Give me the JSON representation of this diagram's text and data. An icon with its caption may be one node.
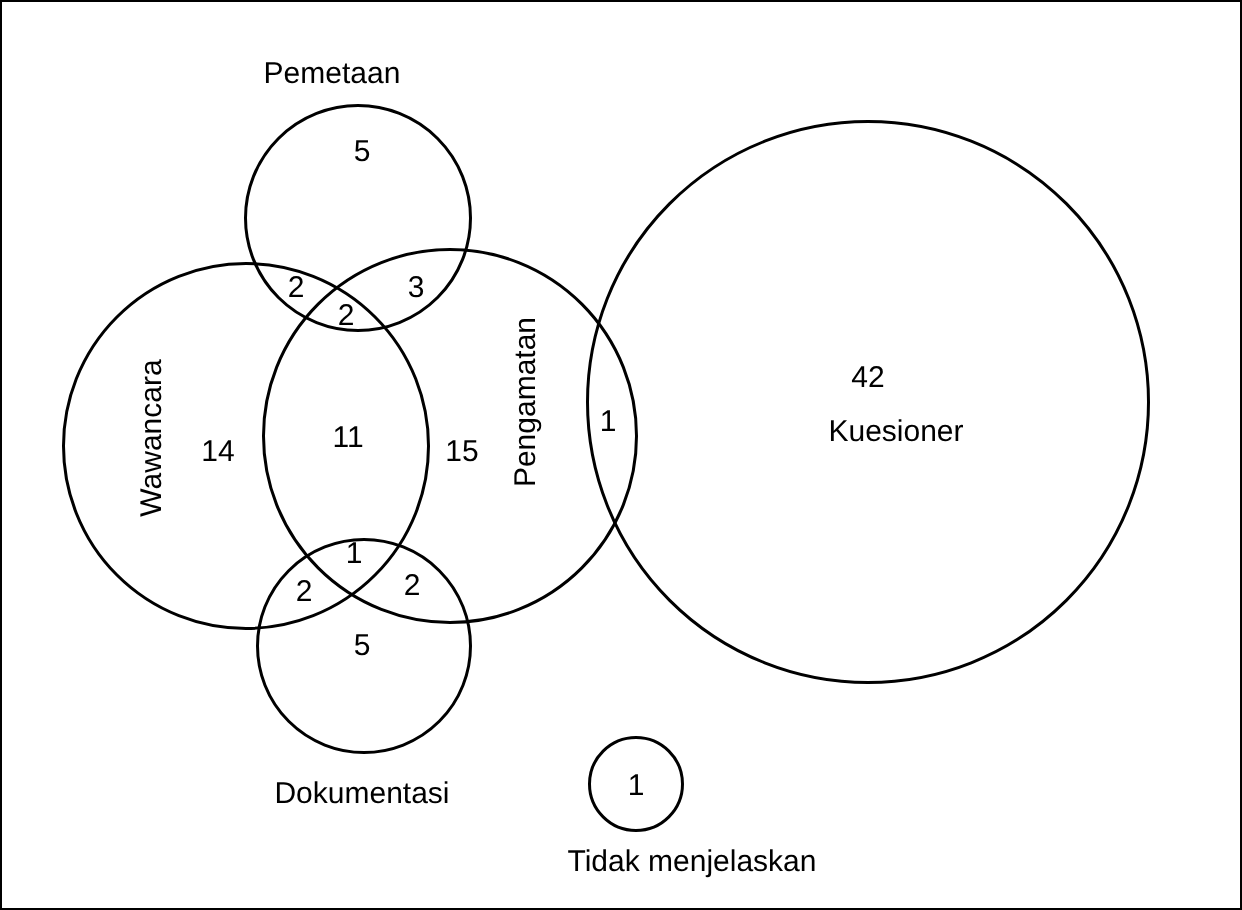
{
  "diagram": {
    "nodes": [
      {
        "text": [
          "Pemetaan",
          "5"
        ]
      },
      {
        "text": [
          "Wawancara",
          "14"
        ]
      },
      {
        "text": [
          "Pengamatan",
          "15"
        ]
      },
      {
        "text": [
          "42",
          "Kuesioner"
        ]
      },
      {
        "text": [
          "5",
          "Dokumentasi"
        ]
      },
      {
        "text": [
          "1"
        ],
        "beside": [
          "Tidak menjelaskan"
        ]
      }
    ],
    "labels": [
      "2",
      "2",
      "3",
      "11",
      "1",
      "1",
      "2",
      "2"
    ]
  }
}
